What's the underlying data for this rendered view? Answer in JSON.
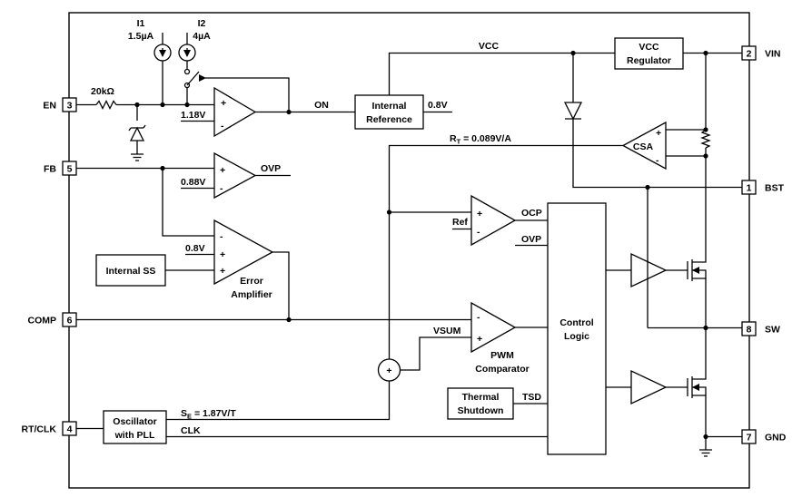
{
  "pins": {
    "en": {
      "name": "EN",
      "num": "3"
    },
    "fb": {
      "name": "FB",
      "num": "5"
    },
    "comp": {
      "name": "COMP",
      "num": "6"
    },
    "rtclk": {
      "name": "RT/CLK",
      "num": "4"
    },
    "vin": {
      "name": "VIN",
      "num": "2"
    },
    "bst": {
      "name": "BST",
      "num": "1"
    },
    "sw": {
      "name": "SW",
      "num": "8"
    },
    "gnd": {
      "name": "GND",
      "num": "7"
    }
  },
  "sources": {
    "i1_name": "I1",
    "i1_value": "1.5µA",
    "i2_name": "I2",
    "i2_value": "4µA"
  },
  "resistor_label": "20kΩ",
  "enable_comp": {
    "ref": "1.18V",
    "plus": "+",
    "minus": "-"
  },
  "on_label": "ON",
  "internal_reference": {
    "line1": "Internal",
    "line2": "Reference",
    "out": "0.8V"
  },
  "vcc_label": "VCC",
  "vcc_regulator": {
    "line1": "VCC",
    "line2": "Regulator"
  },
  "rt_label_main": "R",
  "rt_label_sub": "T",
  "rt_label_value": " = 0.089V/A",
  "csa": {
    "label": "CSA",
    "plus": "+",
    "minus": "-"
  },
  "ovp_comp": {
    "ref": "0.88V",
    "out": "OVP",
    "plus": "+",
    "minus": "-"
  },
  "ocp_comp": {
    "ref": "Ref",
    "out": "OCP",
    "ovp_in": "OVP",
    "plus": "+",
    "minus": "-"
  },
  "error_amp": {
    "ref": "0.8V",
    "line1": "Error",
    "line2": "Amplifier",
    "minus": "-",
    "plus": "+"
  },
  "internal_ss": "Internal SS",
  "pwm_comp": {
    "vsum": "VSUM",
    "line1": "PWM",
    "line2": "Comparator",
    "minus": "-",
    "plus": "+"
  },
  "control_logic": {
    "line1": "Control",
    "line2": "Logic"
  },
  "thermal": {
    "line1": "Thermal",
    "line2": "Shutdown",
    "out": "TSD"
  },
  "summer_symbol": "+",
  "oscillator": {
    "line1": "Oscillator",
    "line2": "with PLL",
    "clk": "CLK"
  },
  "se_label_main": "S",
  "se_label_sub": "E",
  "se_label_value": " = 1.87V/T"
}
